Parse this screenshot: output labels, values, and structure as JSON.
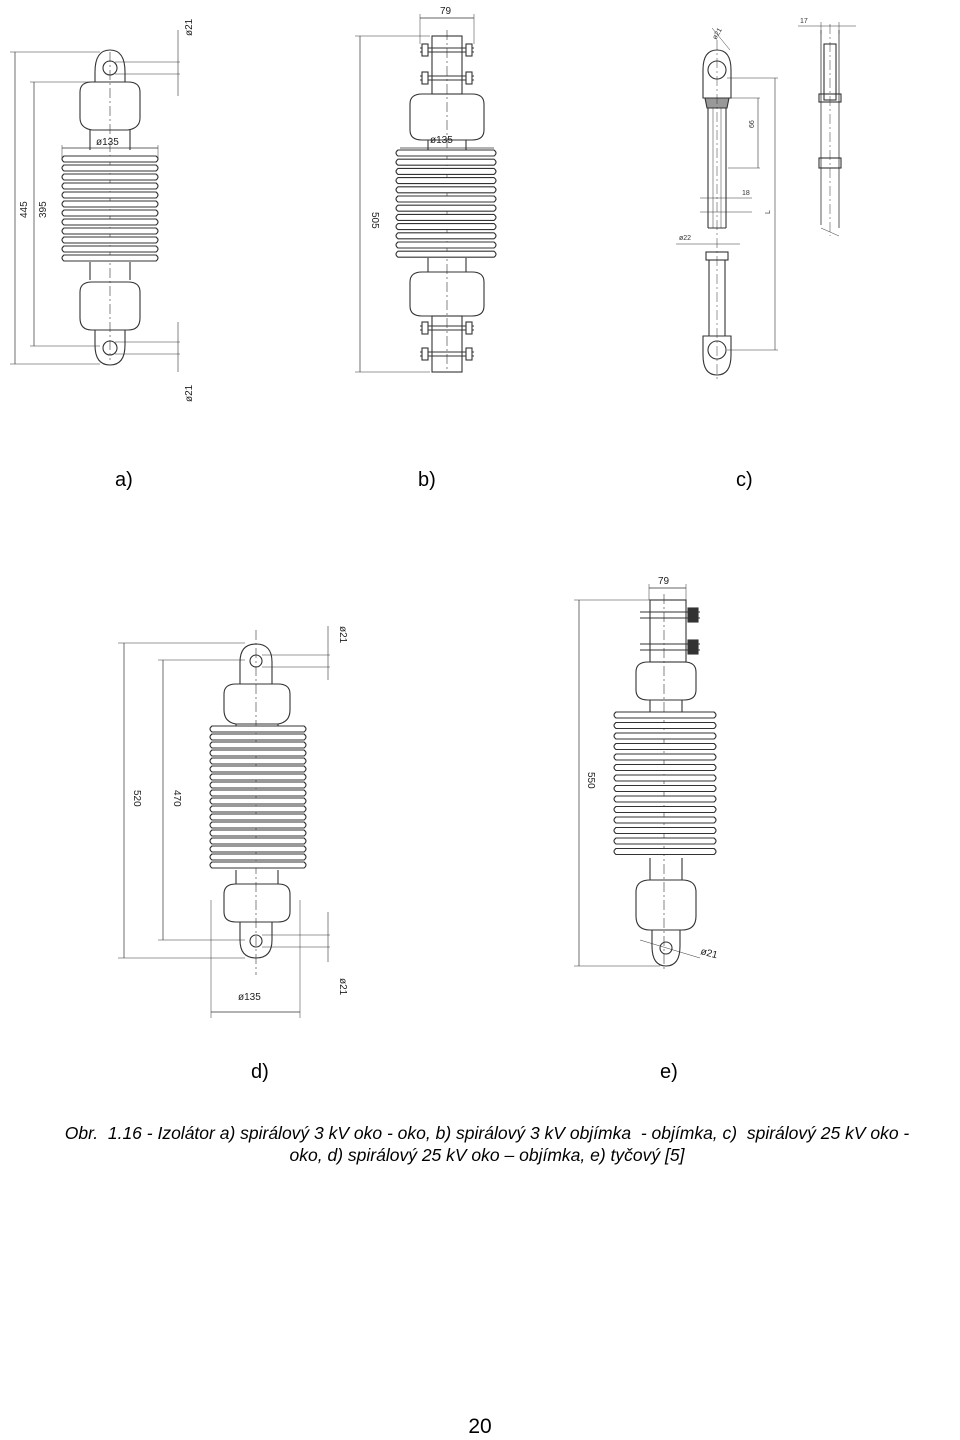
{
  "figure": {
    "labels": {
      "a": "a)",
      "b": "b)",
      "c": "c)",
      "d": "d)",
      "e": "e)"
    },
    "dims": {
      "a": {
        "d_top": "ø21",
        "d_shed": "ø135",
        "total": "445",
        "inner": "395",
        "d_bottom": "ø21"
      },
      "b": {
        "width": "79",
        "d_shed": "ø135",
        "total": "505"
      },
      "c": {
        "d_eye": "ø21",
        "len66": "66",
        "len18": "18",
        "d_rod": "ø22",
        "L": "L",
        "w17": "17"
      },
      "d": {
        "d_top": "ø21",
        "total": "520",
        "inner": "470",
        "d_shed": "ø135",
        "d_bottom": "ø21"
      },
      "e": {
        "width": "79",
        "total": "550",
        "d_eye": "ø21"
      }
    }
  },
  "caption": {
    "line1": "Obr.  1.16 - Izolátor a) spirálový 3 kV oko - oko, b) spirálový 3 kV objímka  - objímka, c)  spirálový 25 kV oko -",
    "line2": "oko, d) spirálový 25 kV oko – objímka, e) tyčový [5]"
  },
  "page_number": "20"
}
